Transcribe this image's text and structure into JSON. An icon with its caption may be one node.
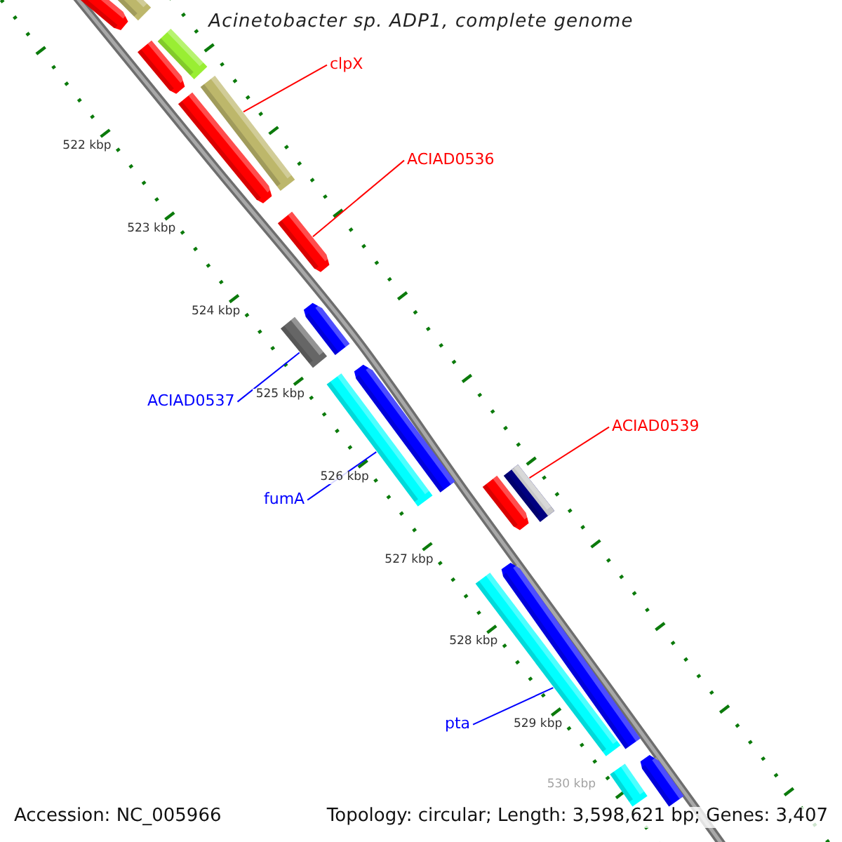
{
  "diagram": {
    "title": "Acinetobacter sp. ADP1, complete genome",
    "nodes": [
      {
        "text": [
          "clpX"
        ]
      },
      {
        "text": [
          "ACIAD0536"
        ]
      },
      {
        "text": [
          "ACIAD0537"
        ]
      },
      {
        "text": [
          "fumA"
        ]
      },
      {
        "text": [
          "ACIAD0539"
        ]
      },
      {
        "text": [
          "pta"
        ]
      },
      {
        "text": [],
        "shape": "arrow"
      },
      {
        "text": [],
        "shape": "bar"
      },
      {
        "text": [],
        "shape": "arrow"
      },
      {
        "text": [],
        "shape": "bar"
      },
      {
        "text": [],
        "shape": "bar"
      },
      {
        "text": [],
        "shape": "arrow"
      },
      {
        "text": [],
        "shape": "arrow"
      },
      {
        "text": [],
        "shape": "bar"
      },
      {
        "text": [],
        "shape": "arrow"
      },
      {
        "text": [],
        "shape": "bar"
      },
      {
        "text": [],
        "shape": "arrow"
      },
      {
        "text": [],
        "shape": "arrow"
      },
      {
        "text": [],
        "shape": "bar"
      },
      {
        "text": [],
        "shape": "bar"
      },
      {
        "text": [],
        "shape": "arrow"
      },
      {
        "text": [],
        "shape": "bar"
      },
      {
        "text": [],
        "shape": "arrow"
      }
    ],
    "edges": [
      {
        "from": 0,
        "to": 10,
        "arrow": "none",
        "color": "#ff0000"
      },
      {
        "from": 1,
        "to": 12,
        "arrow": "none",
        "color": "#ff0000"
      },
      {
        "from": 2,
        "to": 13,
        "arrow": "none",
        "color": "#0000ff"
      },
      {
        "from": 3,
        "to": 15,
        "arrow": "none",
        "color": "#0000ff"
      },
      {
        "from": 4,
        "to": 18,
        "arrow": "none",
        "color": "#ff0000"
      },
      {
        "from": 5,
        "to": 19,
        "arrow": "none",
        "color": "#0000ff"
      }
    ],
    "labels": [
      "522 kbp",
      "523 kbp",
      "524 kbp",
      "525 kbp",
      "526 kbp",
      "527 kbp",
      "528 kbp",
      "529 kbp",
      "530 kbp",
      "Accession: NC_005966",
      "Topology: circular; Length: 3,598,621 bp; Genes: 3,407"
    ]
  }
}
